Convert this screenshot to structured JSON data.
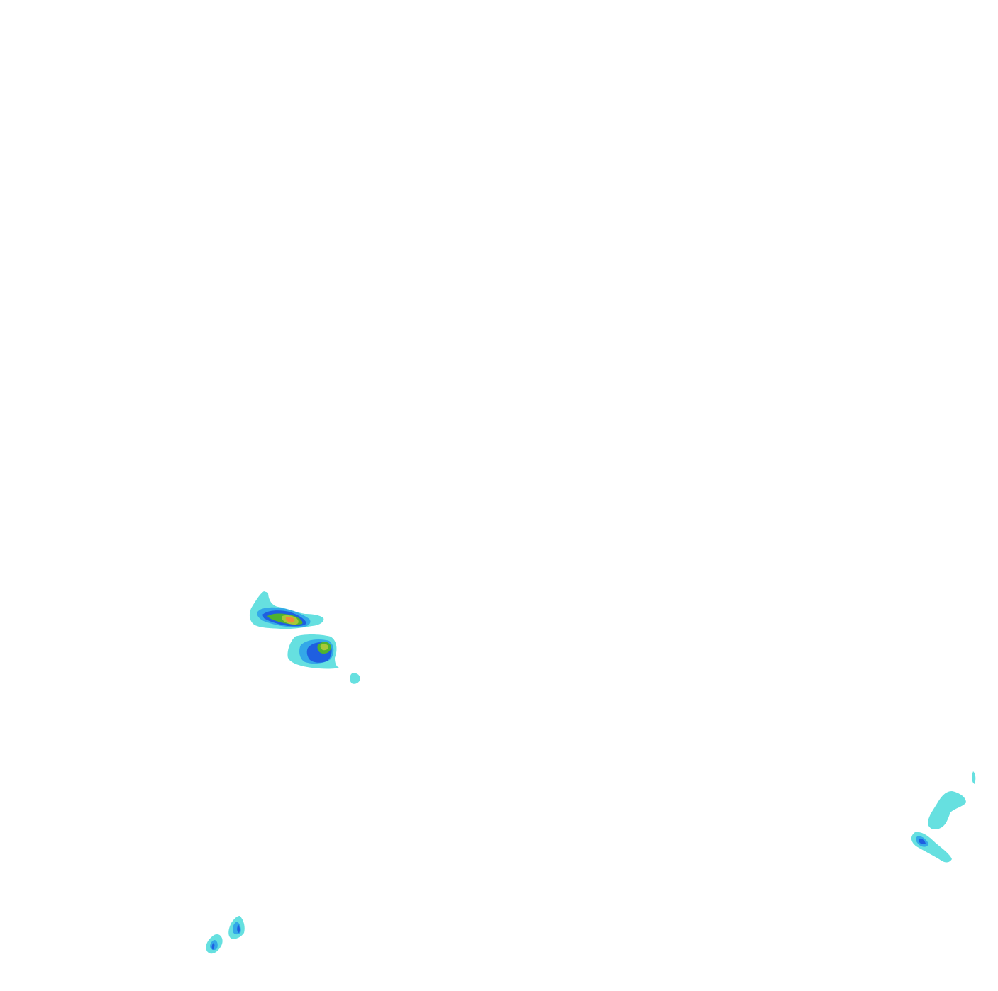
{
  "map": {
    "background_color": "#ffffff",
    "layer_type": "filled-contour",
    "contour_levels": [
      {
        "level": 1,
        "color": "#66e0e0"
      },
      {
        "level": 2,
        "color": "#33a8e8"
      },
      {
        "level": 3,
        "color": "#1f5fe0"
      },
      {
        "level": 4,
        "color": "#4fb32f"
      },
      {
        "level": 5,
        "color": "#a8c838"
      },
      {
        "level": 6,
        "color": "#f08a3a"
      }
    ],
    "cells": [
      {
        "id": "cell-north-west-upper",
        "max_level": 6
      },
      {
        "id": "cell-north-west-lower",
        "max_level": 5
      },
      {
        "id": "cell-small-speck",
        "max_level": 1
      },
      {
        "id": "cell-east-upper",
        "max_level": 1
      },
      {
        "id": "cell-east-edge",
        "max_level": 1
      },
      {
        "id": "cell-east-lower",
        "max_level": 3
      },
      {
        "id": "cell-south-west-a",
        "max_level": 3
      },
      {
        "id": "cell-south-west-b",
        "max_level": 3
      }
    ]
  }
}
